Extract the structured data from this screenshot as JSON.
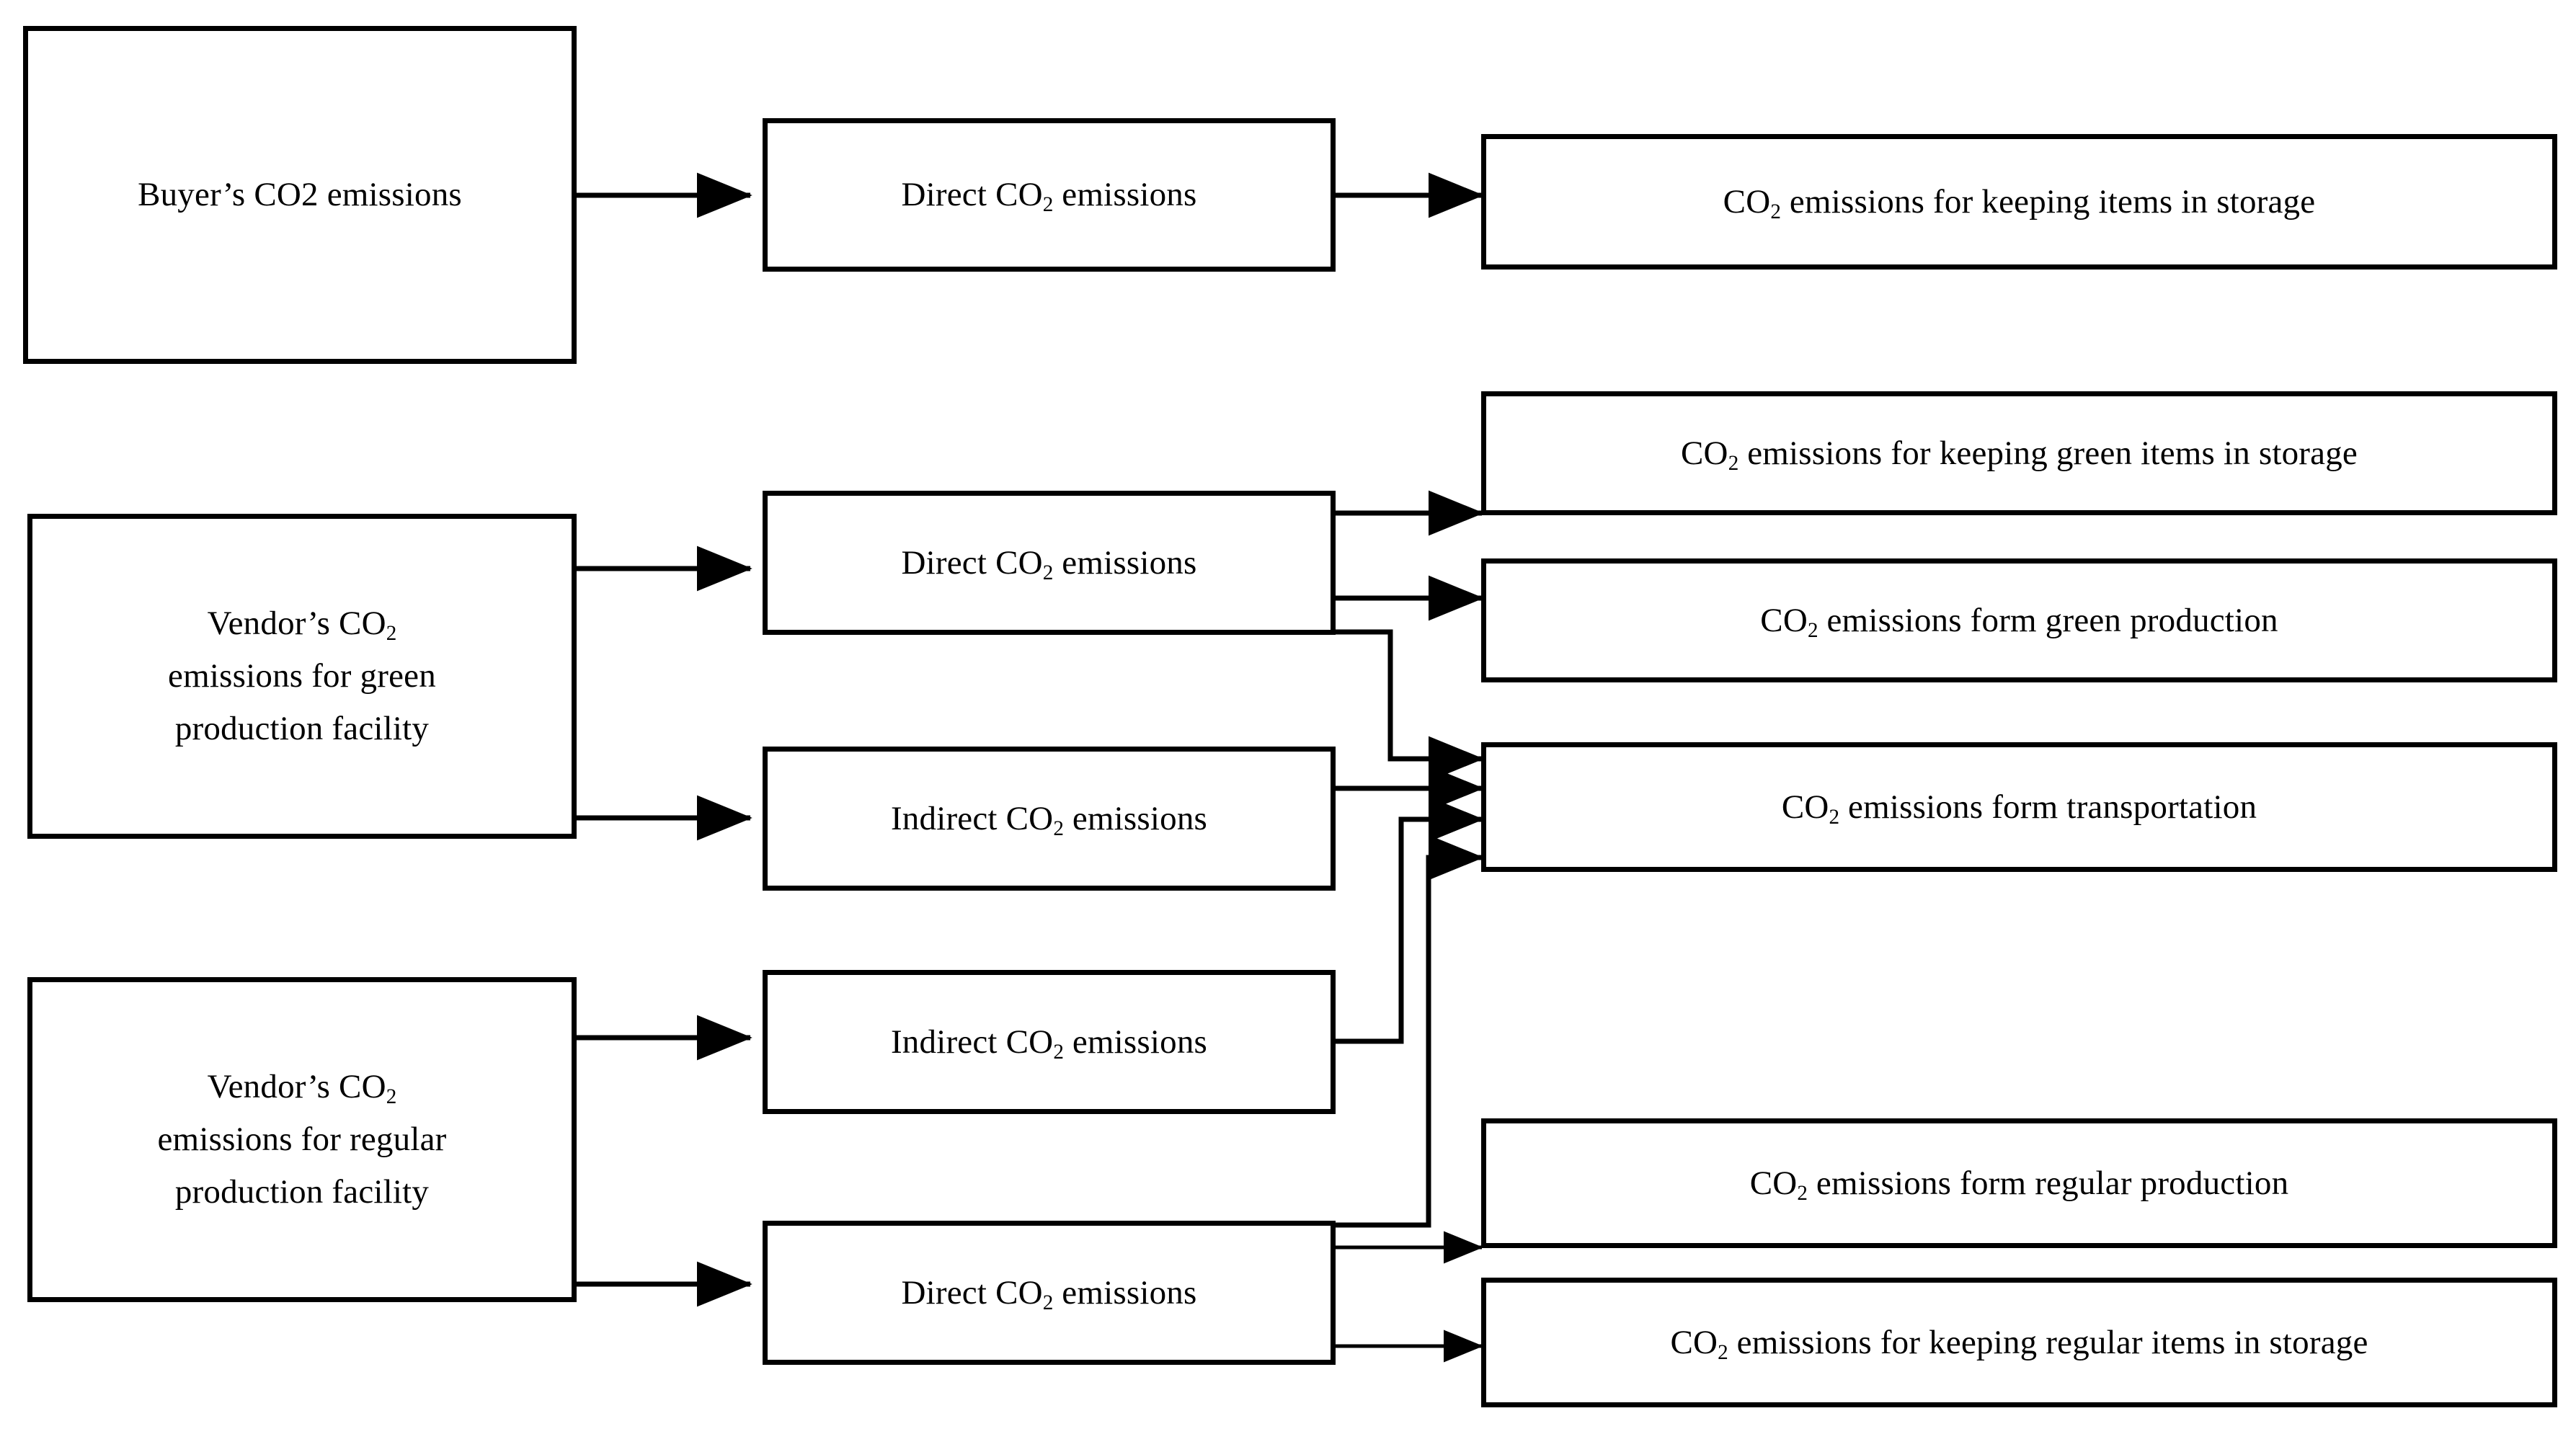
{
  "diagram": {
    "title_text": "",
    "stroke_color": "#000000",
    "fill_color": "#ffffff",
    "nodes": {
      "buyer_source": "Buyer’s CO2 emissions",
      "buyer_direct": "Direct CO₂ emissions",
      "buyer_storage": "CO₂ emissions for keeping items in storage",
      "vendor_green_source_l1": "Vendor’s CO₂",
      "vendor_green_source_l2": "emissions for green",
      "vendor_green_source_l3": "production facility",
      "green_direct": "Direct CO₂ emissions",
      "green_indirect": "Indirect CO₂ emissions",
      "green_storage": "CO₂ emissions for keeping green items in storage",
      "green_production": "CO₂ emissions form green production",
      "transportation": "CO₂ emissions form transportation",
      "vendor_regular_source_l1": "Vendor’s CO₂",
      "vendor_regular_source_l2": "emissions for regular",
      "vendor_regular_source_l3": "production facility",
      "regular_indirect": "Indirect CO₂ emissions",
      "regular_direct": "Direct CO₂ emissions",
      "regular_production": "CO₂ emissions form regular production",
      "regular_storage": "CO₂ emissions for keeping regular items in storage"
    },
    "edges": [
      {
        "from": "buyer_source",
        "to": "buyer_direct"
      },
      {
        "from": "buyer_direct",
        "to": "buyer_storage"
      },
      {
        "from": "vendor_green_source",
        "to": "green_direct"
      },
      {
        "from": "vendor_green_source",
        "to": "green_indirect"
      },
      {
        "from": "green_direct",
        "to": "green_storage"
      },
      {
        "from": "green_direct",
        "to": "green_production"
      },
      {
        "from": "green_direct",
        "to": "transportation"
      },
      {
        "from": "green_indirect",
        "to": "transportation"
      },
      {
        "from": "vendor_regular_source",
        "to": "regular_indirect"
      },
      {
        "from": "vendor_regular_source",
        "to": "regular_direct"
      },
      {
        "from": "regular_indirect",
        "to": "transportation"
      },
      {
        "from": "regular_direct",
        "to": "transportation"
      },
      {
        "from": "regular_direct",
        "to": "regular_production"
      },
      {
        "from": "regular_direct",
        "to": "regular_storage"
      }
    ]
  }
}
